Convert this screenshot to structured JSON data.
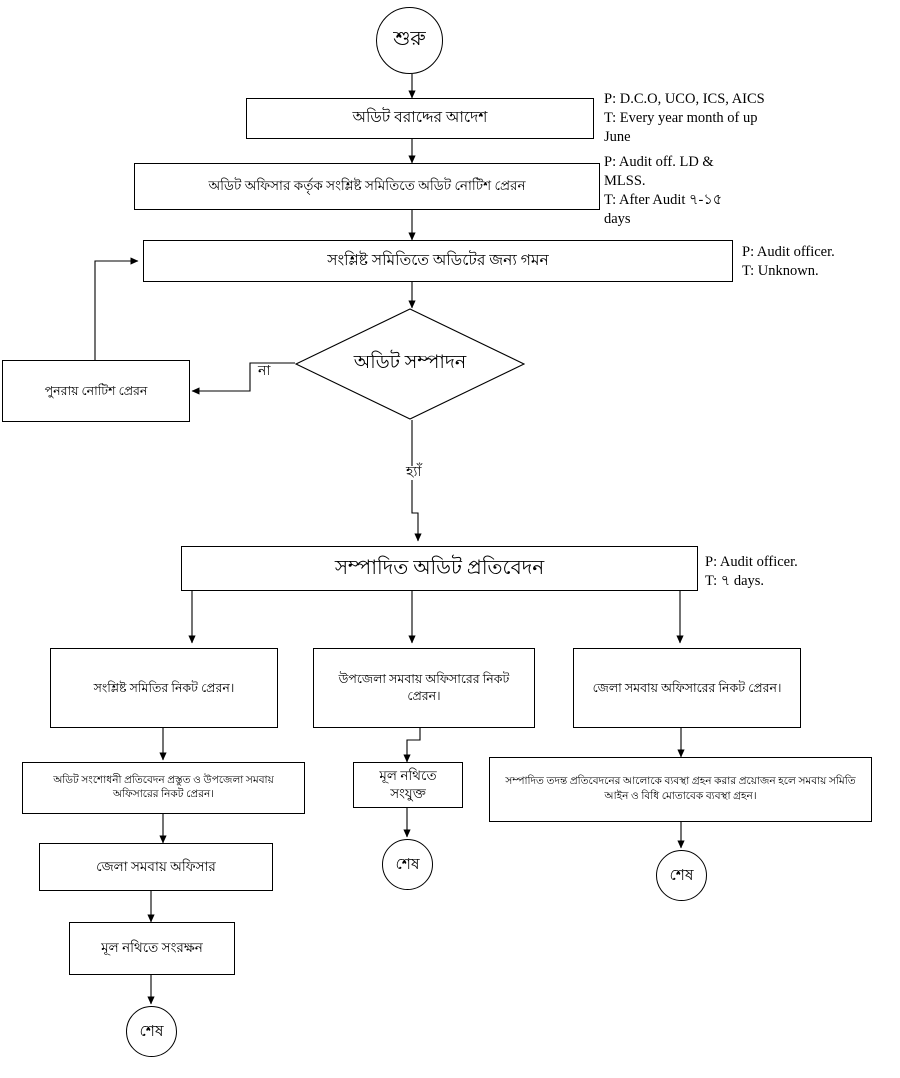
{
  "diagram": {
    "title": "Audit Process Flowchart",
    "language": "bn",
    "stroke_color": "#000000",
    "fill_color": "#ffffff"
  },
  "nodes": {
    "start": {
      "label": "শুরু",
      "shape": "terminator"
    },
    "audit_order": {
      "label": "অডিট বরাদ্দের আদেশ",
      "shape": "process"
    },
    "notice_send": {
      "label": "অডিট অফিসার কর্তৃক সংশ্লিষ্ট সমিতিতে অডিট নোটিশ প্রেরন",
      "shape": "process"
    },
    "go_for_audit": {
      "label": "সংশ্লিষ্ট সমিতিতে অডিটের জন্য গমন",
      "shape": "process"
    },
    "audit_done": {
      "label": "অডিট সম্পাদন",
      "shape": "decision"
    },
    "resend_notice": {
      "label": "পুনরায় নোটিশ প্রেরন",
      "shape": "process"
    },
    "audit_report": {
      "label": "সম্পাদিত অডিট প্রতিবেদন",
      "shape": "process"
    },
    "branch_society": {
      "label": "সংশ্লিষ্ট সমিতির নিকট প্রেরন।",
      "shape": "process"
    },
    "branch_upazila": {
      "label": "উপজেলা সমবায় অফিসারের নিকট প্রেরন।",
      "shape": "process"
    },
    "branch_district": {
      "label": "জেলা সমবায় অফিসারের নিকট প্রেরন।",
      "shape": "process"
    },
    "correction_report": {
      "label": "অডিট সংশোধনী প্রতিবেদন প্রস্তুত ও উপজেলা সমবায় অফিসারের নিকট প্রেরন।",
      "shape": "process"
    },
    "attach_file": {
      "label": "মূল নথিতে সংযুক্ত",
      "shape": "process"
    },
    "legal_action": {
      "label": "সম্পাদিত তদন্ত প্রতিবেদনের আলোকে ব্যবস্থা গ্রহন করার প্রয়োজন হলে সমবায় সমিতি আইন ও  বিধি মোতাবেক ব্যবস্থা গ্রহন।",
      "shape": "process"
    },
    "district_officer": {
      "label": "জেলা সমবায় অফিসার",
      "shape": "process"
    },
    "preserve_file": {
      "label": "মূল নথিতে সংরক্ষন",
      "shape": "process"
    },
    "end_left": {
      "label": "শেষ",
      "shape": "terminator"
    },
    "end_middle": {
      "label": "শেষ",
      "shape": "terminator"
    },
    "end_right": {
      "label": "শেষ",
      "shape": "terminator"
    }
  },
  "edge_labels": {
    "no": "না",
    "yes": "হ্যাঁ"
  },
  "annotations": {
    "audit_order": "P: D.C.O, UCO, ICS, AICS\nT: Every year month of up\nJune",
    "notice_send": "P: Audit off. LD &\nMLSS.\nT: After Audit ৭-১৫\ndays",
    "go_for_audit": "P: Audit officer.\nT: Unknown.",
    "audit_report": "P: Audit officer.\nT: ৭ days."
  }
}
